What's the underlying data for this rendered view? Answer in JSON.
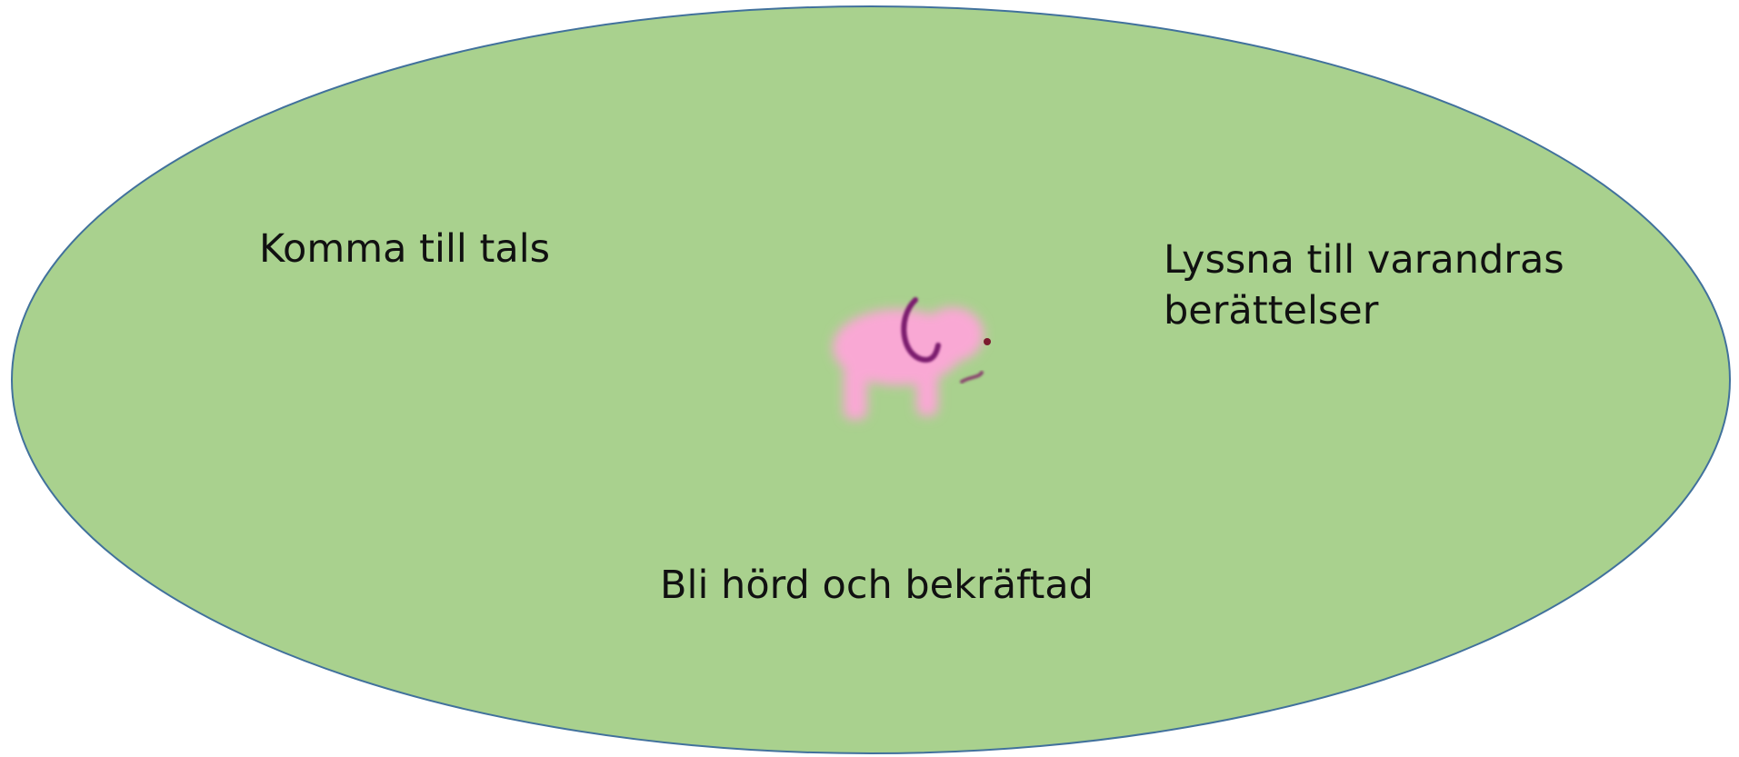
{
  "diagram": {
    "background_color": "#ffffff",
    "ellipse": {
      "fill_color": "#a9d18e",
      "stroke_color": "#41719c"
    },
    "labels": {
      "left": "Komma till tals",
      "right_line1": "Lyssna till varandras",
      "right_line2": "berättelser",
      "bottom": "Bli hörd och bekräftad"
    },
    "elephant": {
      "icon": "pink-elephant-icon",
      "body_color": "#f9a8d4",
      "ear_color": "#7b1a6e",
      "eye_color": "#7b1a2e"
    }
  }
}
